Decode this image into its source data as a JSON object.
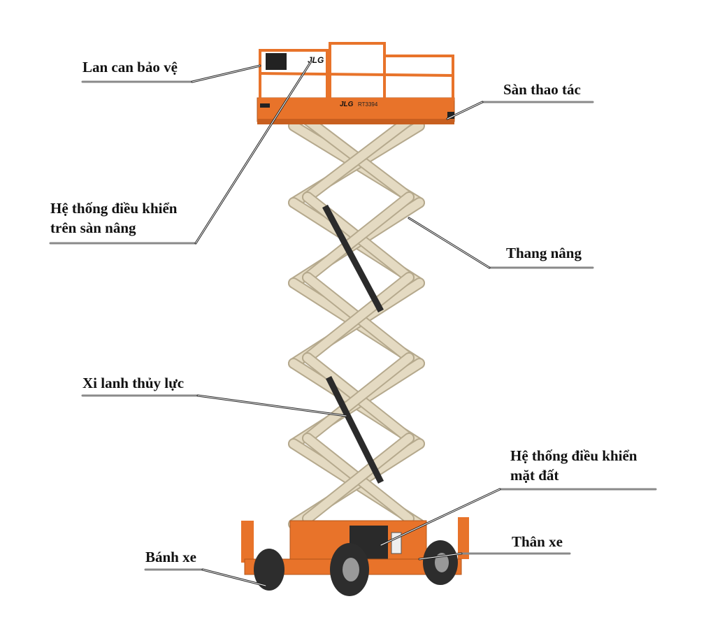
{
  "labels": {
    "guardrail": "Lan can bảo vệ",
    "platform": "Sàn thao tác",
    "platform_control_line1": "Hệ thống điều khiển",
    "platform_control_line2": "trên sàn nâng",
    "scissor_arms": "Thang nâng",
    "hydraulic_cylinder": "Xi lanh thủy lực",
    "ground_control_line1": "Hệ thống điều khiển",
    "ground_control_line2": "mặt đất",
    "chassis": "Thân xe",
    "wheel": "Bánh xe"
  },
  "machine": {
    "brand": "JLG",
    "model": "RT3394"
  },
  "colors": {
    "orange": "#e8732a",
    "beige": "#e4dac2",
    "leader": "#222222",
    "underline": "#8a8a8a"
  }
}
